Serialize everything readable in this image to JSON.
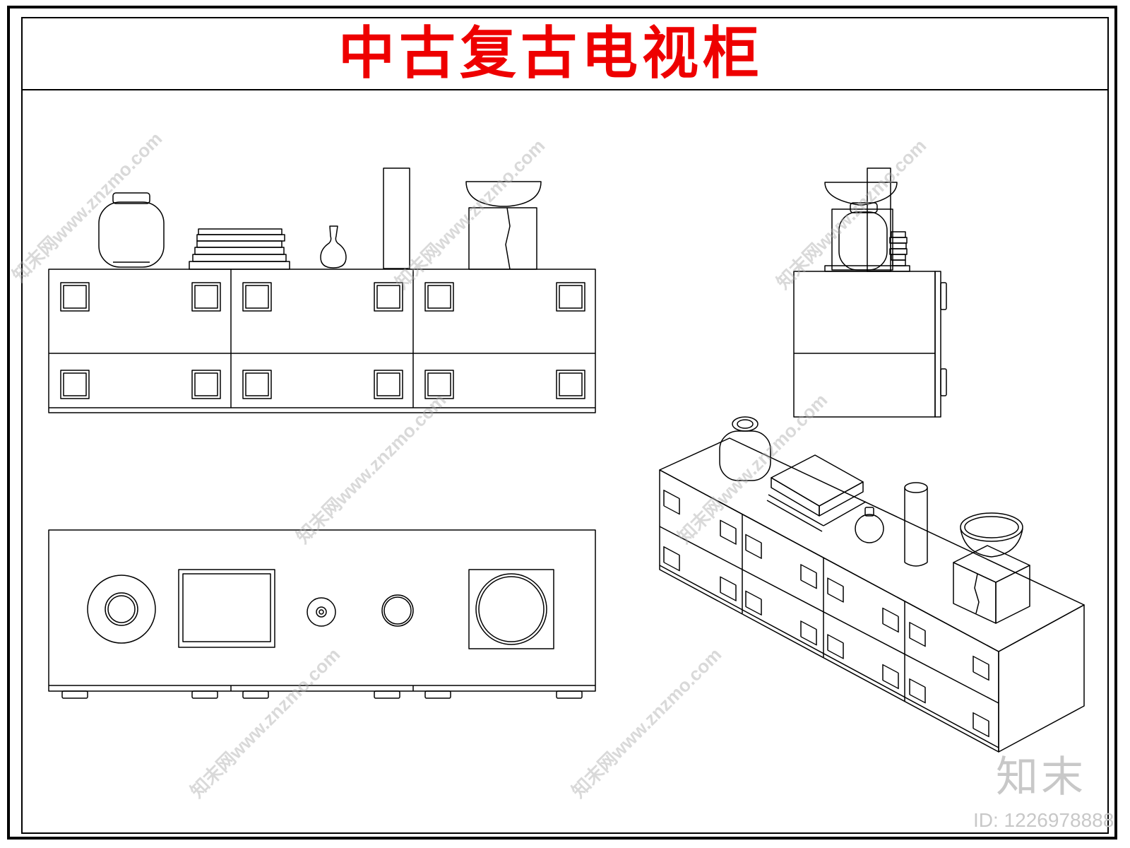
{
  "title": "中古复古电视柜",
  "watermark": {
    "logo_text": "知末",
    "id_text": "ID: 1226978888",
    "repeat_text": "知末网www.znzmo.com"
  },
  "colors": {
    "title": "#ee0000",
    "lines": "#000000",
    "watermark": "#c8c8c8"
  },
  "views": [
    "front-elevation",
    "side-elevation",
    "top-plan",
    "isometric-view"
  ]
}
